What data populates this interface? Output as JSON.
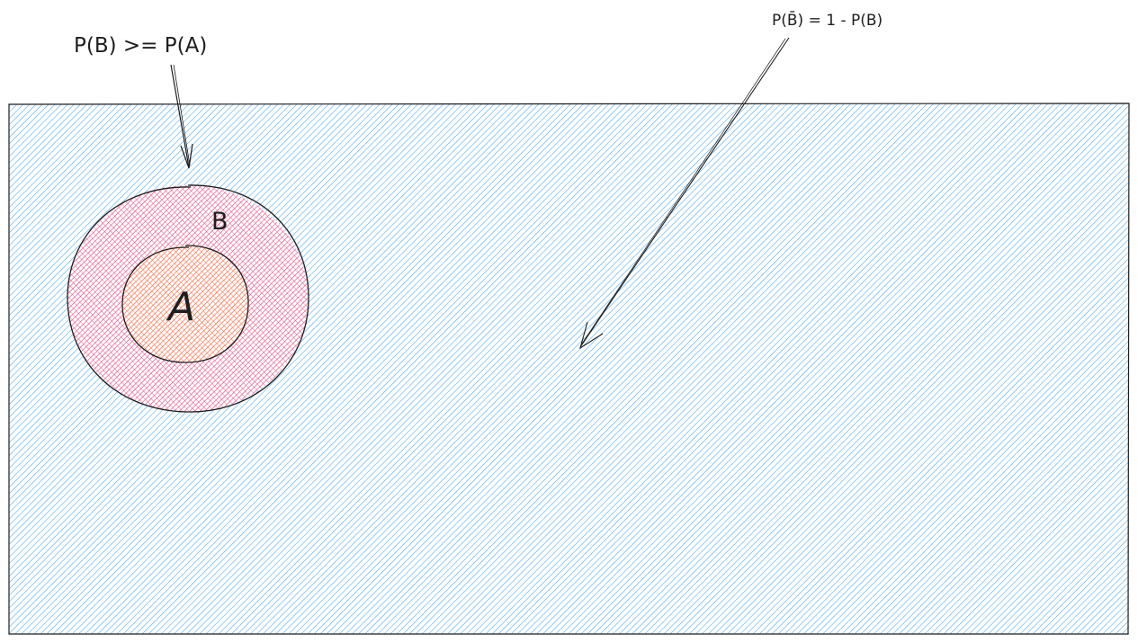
{
  "labels": {
    "top_left": "P(B) >= P(A)",
    "top_right": "P(B̄) = 1 - P(B)",
    "set_b": "B",
    "set_a": "A"
  },
  "colors": {
    "stroke": "#1e1e1e",
    "universe_hatch": "#4dabf7",
    "set_b_hatch": "#e64980",
    "set_a_hatch": "#fa5252"
  }
}
